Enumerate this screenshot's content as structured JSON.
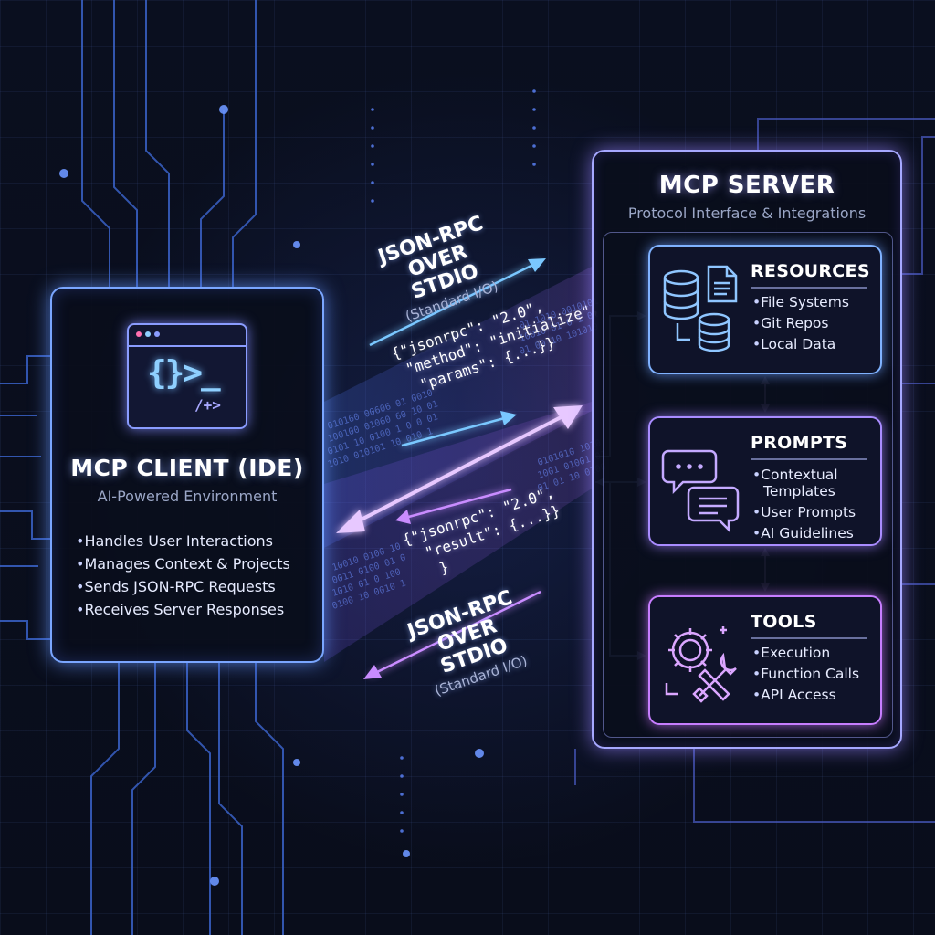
{
  "client": {
    "title": "MCP CLIENT (IDE)",
    "subtitle": "AI-Powered Environment",
    "bullets": [
      "Handles User Interactions",
      "Manages Context & Projects",
      "Sends JSON-RPC Requests",
      "Receives Server Responses"
    ]
  },
  "server": {
    "title": "MCP SERVER",
    "subtitle": "Protocol Interface & Integrations",
    "modules": {
      "resources": {
        "title": "RESOURCES",
        "items": [
          "File Systems",
          "Git Repos",
          "Local Data"
        ]
      },
      "prompts": {
        "title": "PROMPTS",
        "items": [
          "Contextual",
          "Templates",
          "User Prompts",
          "AI Guidelines"
        ]
      },
      "tools": {
        "title": "TOOLS",
        "items": [
          "Execution",
          "Function Calls",
          "API Access"
        ]
      }
    }
  },
  "transport": {
    "top": {
      "line1": "JSON-RPC",
      "line2": "OVER STDIO",
      "line3": "(Standard I/O)"
    },
    "bottom": {
      "line1": "JSON-RPC",
      "line2": "OVER STDIO",
      "line3": "(Standard I/O)"
    },
    "request_code": "{\"jsonrpc\": \"2.0\",\n \"method\": \"initialize\",\n  \"params\": {...}}",
    "response_code": "{\"jsonrpc\": \"2.0\",\n  \"result\": {...}}\n   }"
  },
  "colors": {
    "client_accent": "#7aa6ff",
    "server_accent": "#a6a8ff",
    "resources_accent": "#7fb2ff",
    "prompts_accent": "#a98cff",
    "tools_accent": "#c77dff"
  },
  "icons": {
    "client": "ide-window-icon",
    "resources": "database-icon",
    "prompts": "chat-bubbles-icon",
    "tools": "gear-wrench-icon"
  }
}
